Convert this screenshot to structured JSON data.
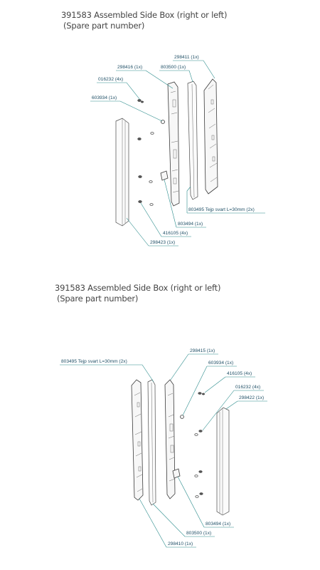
{
  "diagram_1": {
    "title_line1": "391583 Assembled Side Box (right or left)",
    "title_line2": "(Spare part number)",
    "labels": {
      "p298411": "298411 (1x)",
      "p298416": "298416 (1x)",
      "p803500": "803500 (1x)",
      "p016232": "016232 (4x)",
      "p603934": "603934 (1x)",
      "p803495": "803495 Tejp svart L=30mm (2x)",
      "p803494": "803494 (1x)",
      "p416105": "416105 (4x)",
      "p298423": "298423 (1x)"
    }
  },
  "diagram_2": {
    "title_line1": "391583 Assembled Side Box (right or left)",
    "title_line2": "(Spare part number)",
    "labels": {
      "p803495": "803495 Tejp svart L=30mm (2x)",
      "p298415": "298415 (1x)",
      "p603934": "603934 (1x)",
      "p416105": "416105 (4x)",
      "p016232": "016232 (4x)",
      "p298422": "298422 (1x)",
      "p803494": "803494 (1x)",
      "p803500": "803500 (1x)",
      "p298410": "298410 (1x)"
    }
  },
  "colors": {
    "label_text": "#1f4f66",
    "leader_line": "#2b8c8c",
    "part_outline": "#3a3a3a"
  }
}
